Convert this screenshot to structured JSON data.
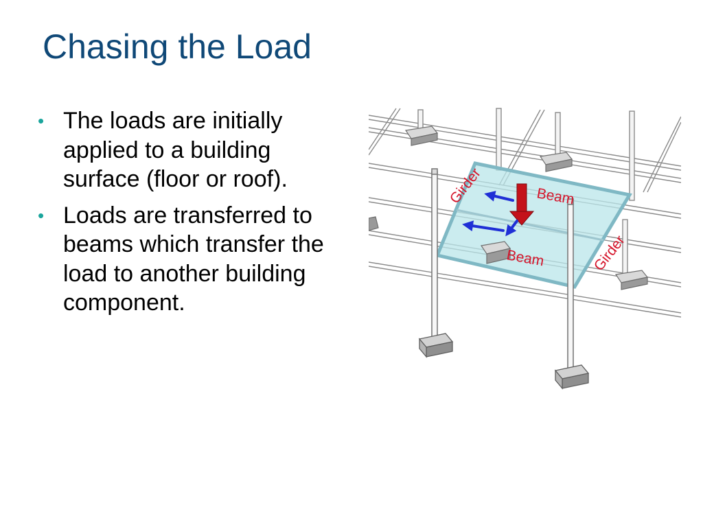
{
  "slide": {
    "title": "Chasing the Load",
    "bullets": [
      "The loads are initially applied to a building surface (floor or roof).",
      "Loads are transferred to beams which transfer the load to another building component."
    ],
    "bullet_glyph": "•"
  },
  "figure": {
    "labels": {
      "girder_left": "Girder",
      "girder_right": "Girder",
      "beam_top": "Beam",
      "beam_bottom": "Beam"
    },
    "colors": {
      "label": "#d5142a",
      "load_arrow": "#c4121a",
      "transfer_arrows": "#1f2fd6",
      "slab": "#b9e6ea",
      "title": "#0f4877",
      "bullet": "#1aa59c"
    }
  }
}
